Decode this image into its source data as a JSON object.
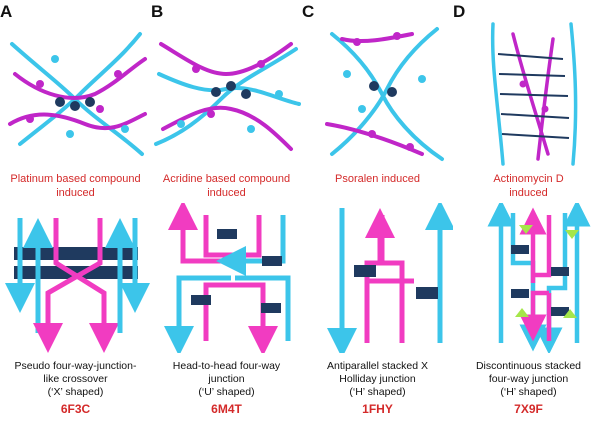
{
  "colors": {
    "cyan_strand": "#3cc5ea",
    "magenta_strand": "#f13cc1",
    "ligand_block": "#1f3a5f",
    "green_marker": "#a5e64a",
    "title_red": "#d42a2a"
  },
  "panels": [
    {
      "letter": "A",
      "title_lines": [
        "Platinum based compound",
        "induced"
      ],
      "desc_lines": [
        "Pseudo four-way-junction-",
        "like crossover",
        "(‘X’ shaped)"
      ],
      "pdb": "6F3C"
    },
    {
      "letter": "B",
      "title_lines": [
        "Acridine based compound",
        "induced"
      ],
      "desc_lines": [
        "Head-to-head four-way",
        "junction",
        "(‘U’ shaped)"
      ],
      "pdb": "6M4T"
    },
    {
      "letter": "C",
      "title_lines": [
        "Psoralen induced"
      ],
      "desc_lines": [
        "Antiparallel stacked X",
        "Holliday junction",
        "(‘H’ shaped)"
      ],
      "pdb": "1FHY"
    },
    {
      "letter": "D",
      "title_lines": [
        "Actinomycin D",
        "induced"
      ],
      "desc_lines": [
        "Discontinuous stacked",
        "four-way junction",
        "(‘H’ shaped)"
      ],
      "pdb": "7X9F"
    }
  ]
}
